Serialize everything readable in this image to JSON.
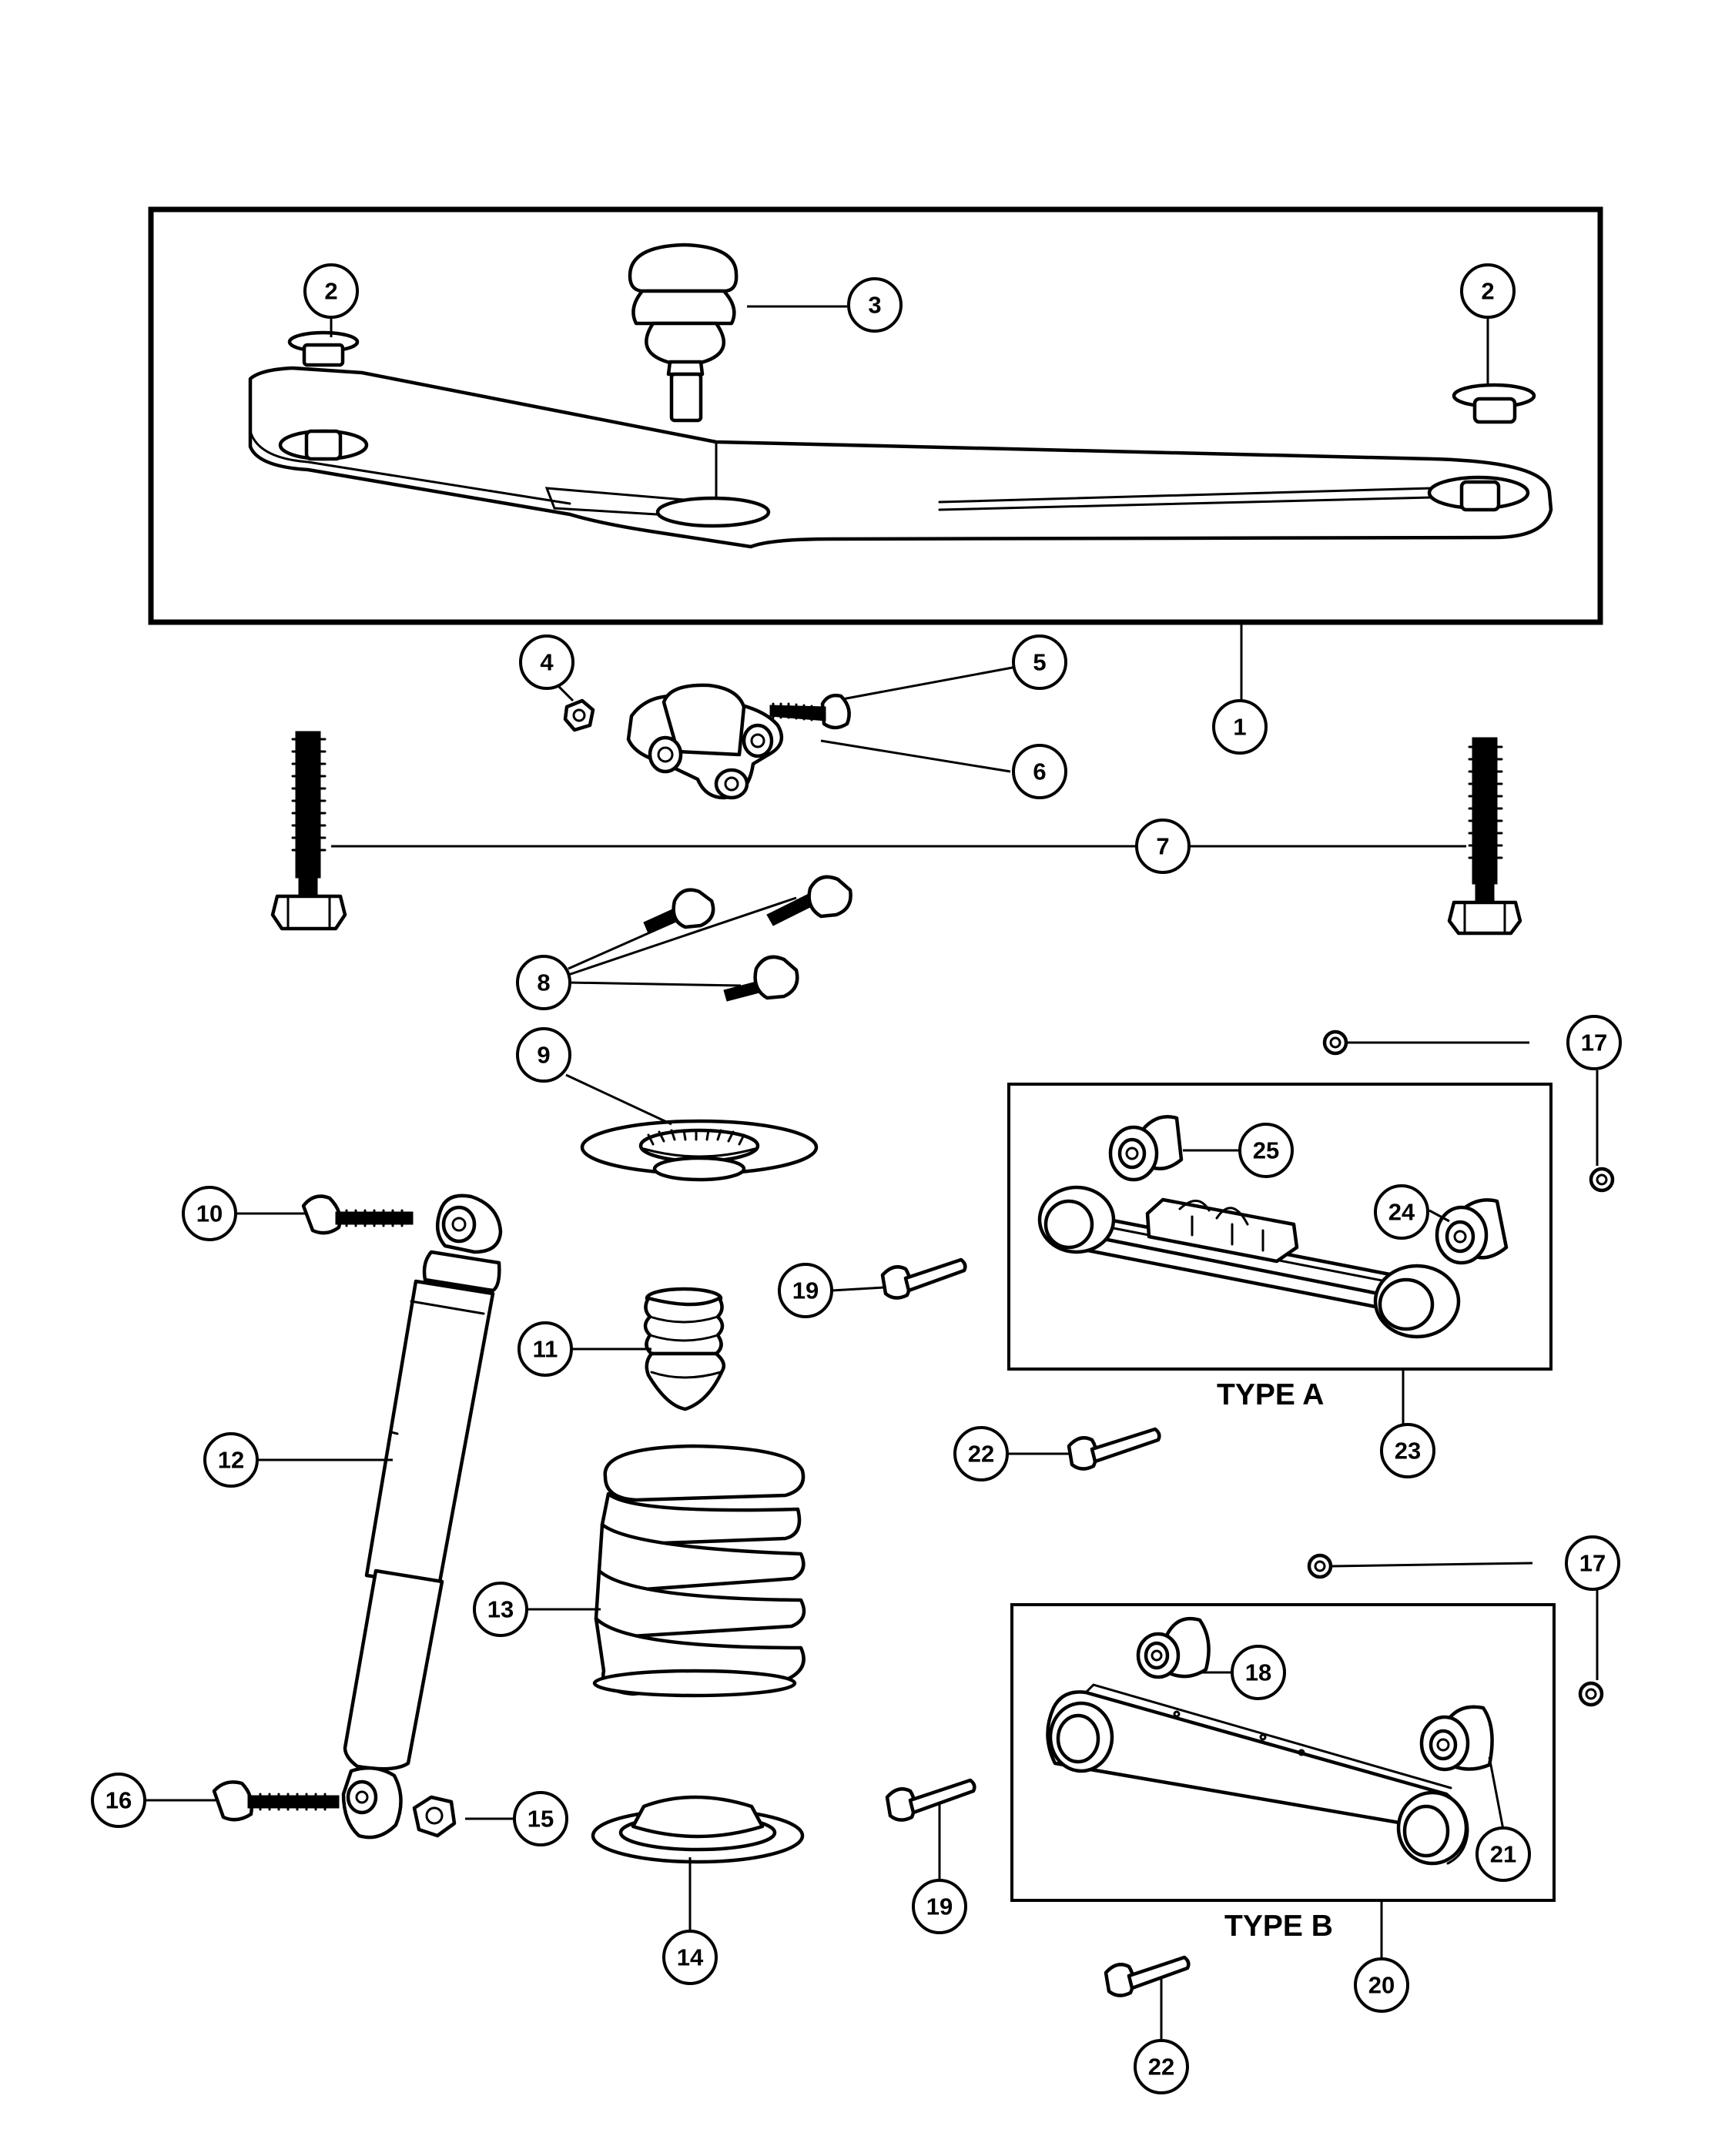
{
  "callouts": {
    "c1": "1",
    "c2a": "2",
    "c2b": "2",
    "c3": "3",
    "c4": "4",
    "c5": "5",
    "c6": "6",
    "c7": "7",
    "c8": "8",
    "c9": "9",
    "c10": "10",
    "c11": "11",
    "c12": "12",
    "c13": "13",
    "c14": "14",
    "c15": "15",
    "c16": "16",
    "c17a": "17",
    "c17b": "17",
    "c18": "18",
    "c19a": "19",
    "c19b": "19",
    "c20": "20",
    "c21": "21",
    "c22a": "22",
    "c22b": "22",
    "c23": "23",
    "c24": "24",
    "c25": "25"
  },
  "labels": {
    "type_a": "TYPE A",
    "type_b": "TYPE B"
  }
}
